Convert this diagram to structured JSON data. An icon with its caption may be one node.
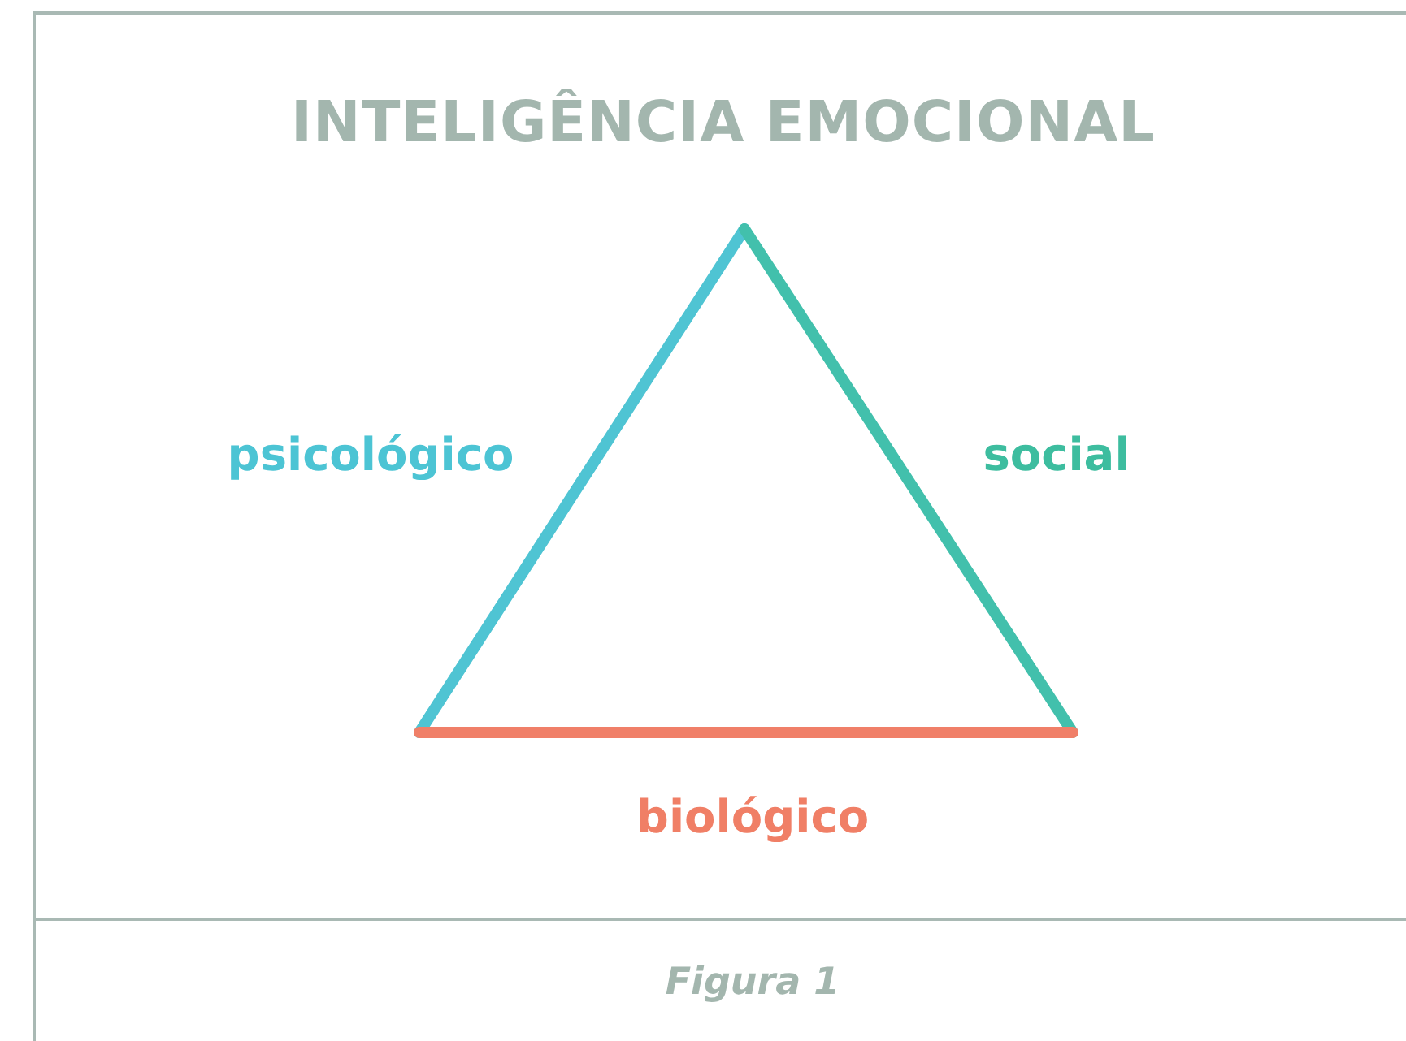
{
  "diagram": {
    "title": "INTELIGÊNCIA EMOCIONAL",
    "caption": "Figura 1",
    "labels": [
      "psicológico",
      "social",
      "biológico"
    ]
  }
}
